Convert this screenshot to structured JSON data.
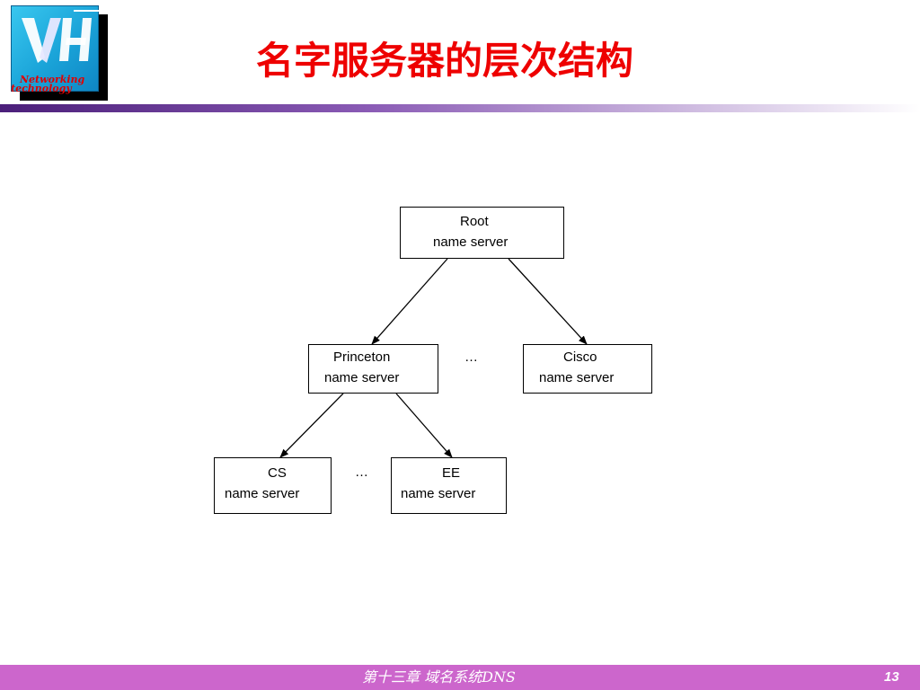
{
  "slide": {
    "title": "名字服务器的层次结构",
    "logo": {
      "letters": "VH",
      "tagline_1": "Networking",
      "tagline_2": "technology"
    },
    "colors": {
      "title": "#ee0000",
      "footer_bar": "#cc66cc",
      "top_bar_start": "#4b1f7a"
    }
  },
  "diagram": {
    "nodes": {
      "root": {
        "line1": "Root",
        "line2": "name server"
      },
      "princeton": {
        "line1": "Princeton",
        "line2": "name server"
      },
      "cisco": {
        "line1": "Cisco",
        "line2": "name server"
      },
      "cs": {
        "line1": "CS",
        "line2": "name server"
      },
      "ee": {
        "line1": "EE",
        "line2": "name server"
      }
    },
    "ellipsis_level2": "…",
    "ellipsis_level3": "…",
    "edges": [
      {
        "from": "root",
        "to": "princeton"
      },
      {
        "from": "root",
        "to": "cisco"
      },
      {
        "from": "princeton",
        "to": "cs"
      },
      {
        "from": "princeton",
        "to": "ee"
      }
    ]
  },
  "footer": {
    "chapter": "第十三章   域名系统DNS",
    "page_number": "13"
  }
}
